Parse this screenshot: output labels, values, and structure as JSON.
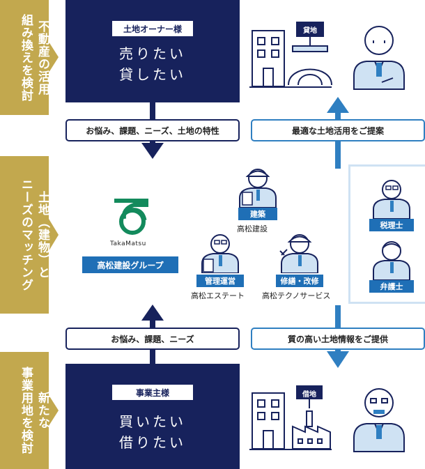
{
  "sidebar": {
    "top": [
      "不動産の活用",
      "組み換えを検討"
    ],
    "middle": [
      "土地（建物）と",
      "ニーズのマッチング"
    ],
    "bottom": [
      "新たな",
      "事業用地を検討"
    ]
  },
  "top_box": {
    "badge": "土地オーナー様",
    "line1": "売りたい",
    "line2": "貸したい"
  },
  "bottom_box": {
    "badge": "事業主様",
    "line1": "買いたい",
    "line2": "借りたい"
  },
  "pills": {
    "top_left": "お悩み、課題、ニーズ、土地の特性",
    "top_right": "最適な土地活用をご提案",
    "bottom_left": "お悩み、課題、ニーズ",
    "bottom_right": "質の高い土地情報をご提供"
  },
  "signs": {
    "top": "貸地",
    "bottom": "借地"
  },
  "group": {
    "logo_text": "TakaMatsu",
    "name": "高松建設グループ",
    "construction": {
      "badge": "建築",
      "caption": "高松建設"
    },
    "management": {
      "badge": "管理運営",
      "caption": "高松エステート"
    },
    "maintenance": {
      "badge": "修繕・改修",
      "caption": "高松テクノサービス"
    }
  },
  "experts": {
    "tax": "税理士",
    "lawyer": "弁護士"
  },
  "colors": {
    "navy": "#17225c",
    "gold": "#c2a84e",
    "blue": "#2f7fc1",
    "light_blue": "#cfe2f3",
    "green": "#138a5c"
  }
}
